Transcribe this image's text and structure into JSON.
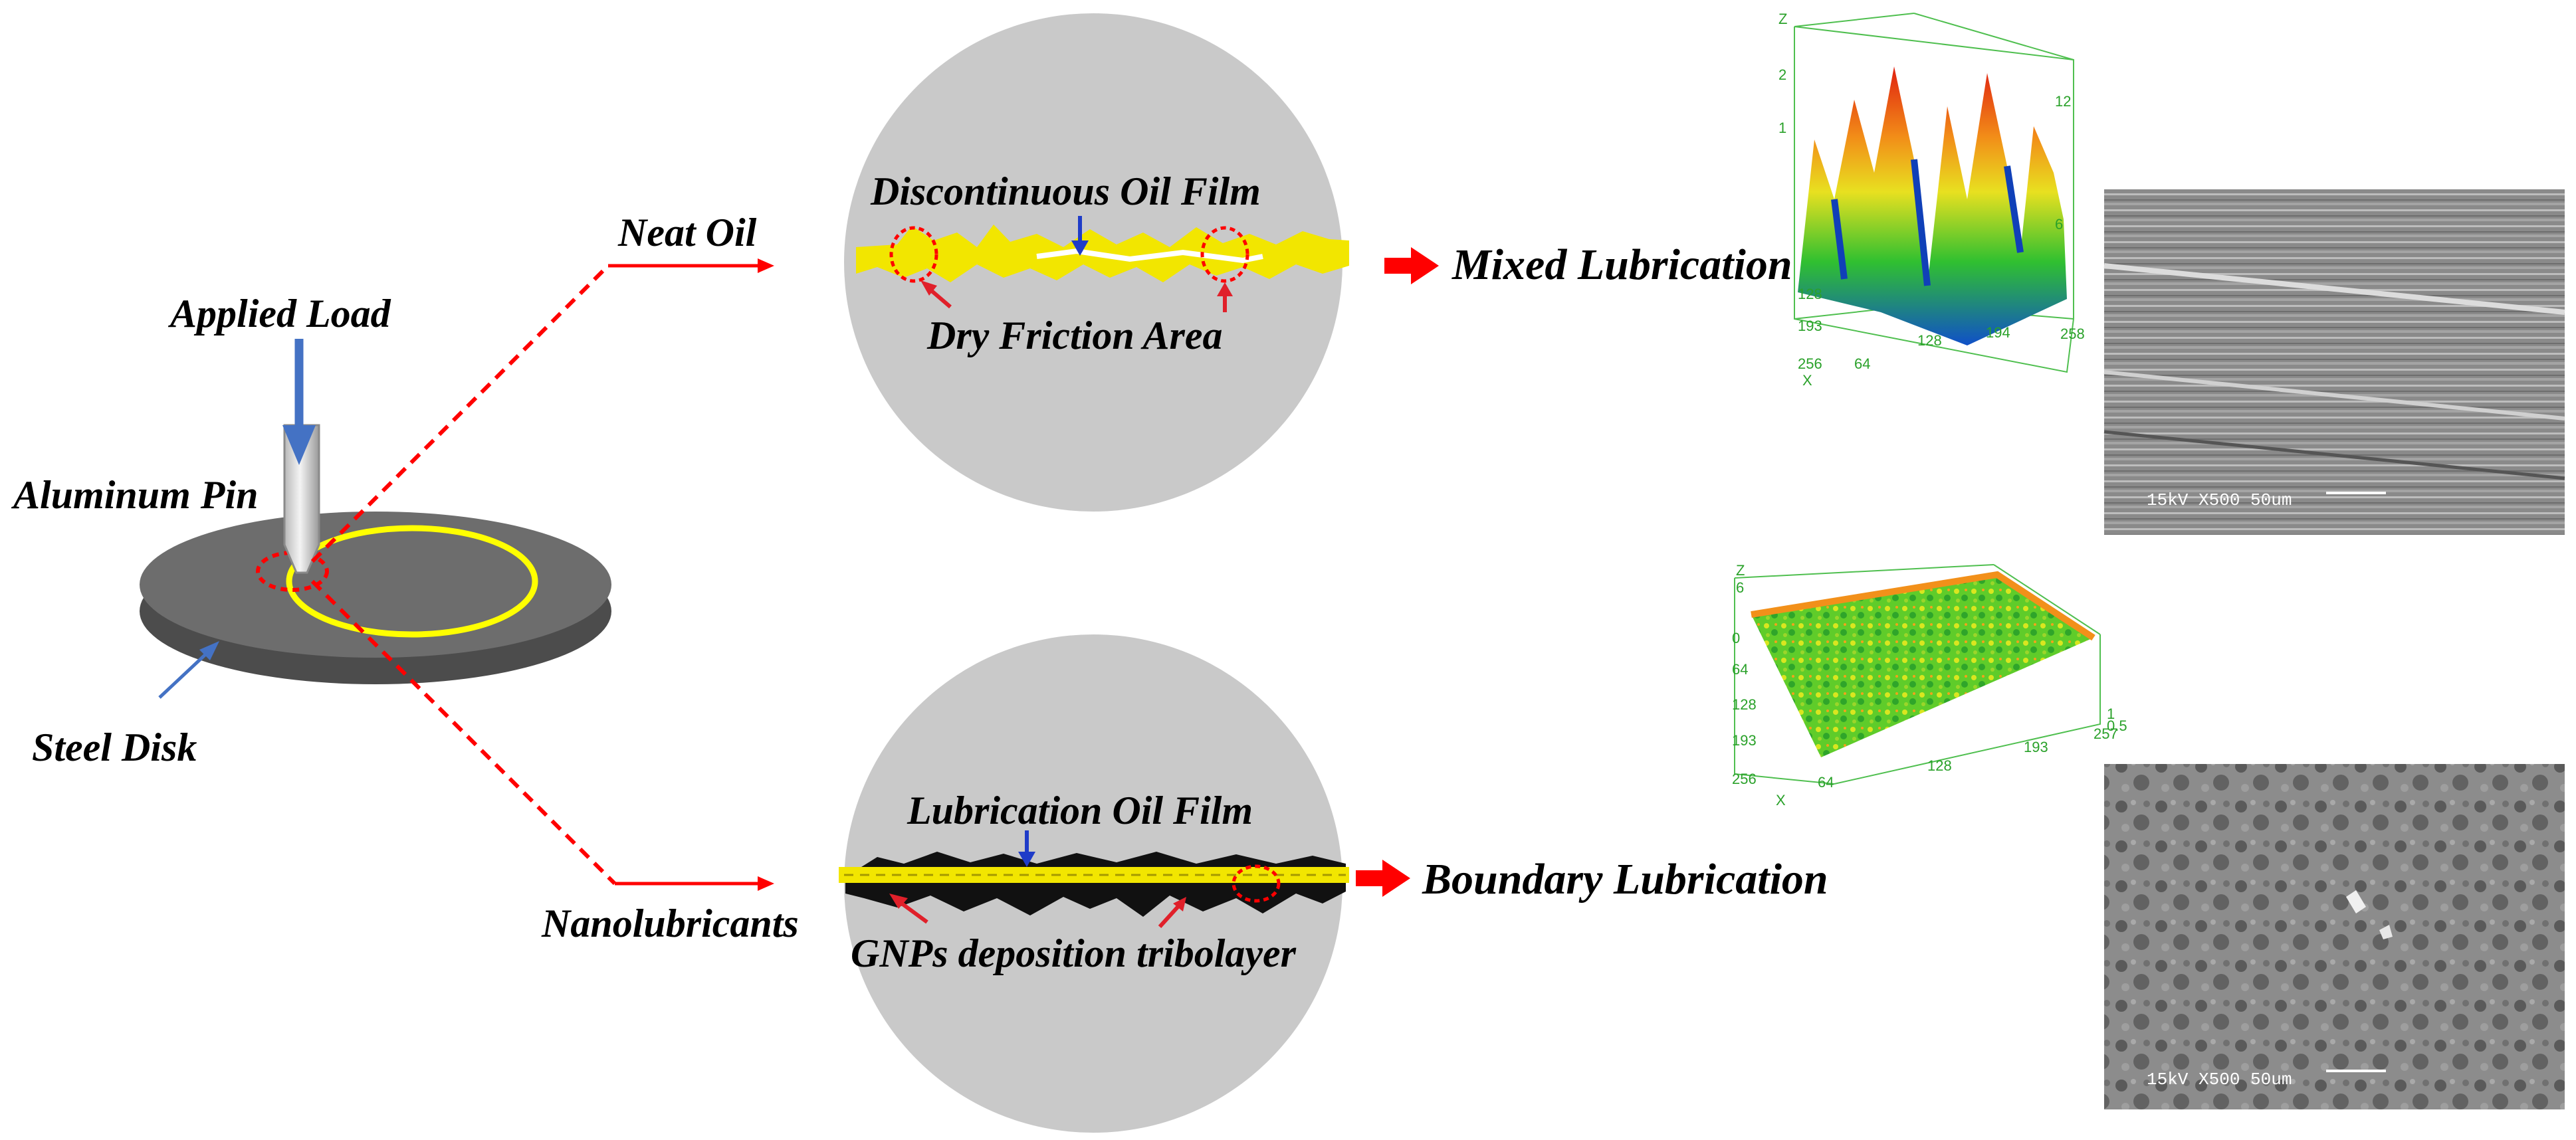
{
  "labels": {
    "applied_load": "Applied Load",
    "aluminum_pin": "Aluminum Pin",
    "steel_disk": "Steel Disk",
    "neat_oil": "Neat Oil",
    "nanolubricants": "Nanolubricants",
    "discontinuous_oil_film": "Discontinuous Oil Film",
    "dry_friction_area": "Dry Friction Area",
    "lubrication_oil_film": "Lubrication Oil Film",
    "gnps_tribolayer": "GNPs deposition tribolayer",
    "mixed_lubrication": "Mixed Lubrication",
    "boundary_lubrication": "Boundary Lubrication"
  },
  "surface_plot_top": {
    "z_axis": "Z",
    "x_axis": "X",
    "z_ticks": [
      "2",
      "1"
    ],
    "right_ticks": [
      "12",
      "6"
    ],
    "y_ticks": [
      "128",
      "193",
      "256"
    ],
    "x_ticks": [
      "64",
      "128",
      "194",
      "258"
    ]
  },
  "surface_plot_bottom": {
    "z_axis": "Z",
    "x_axis": "X",
    "z_ticks": [
      "6",
      "0"
    ],
    "left_ticks": [
      "64",
      "128",
      "193",
      "256"
    ],
    "x_ticks": [
      "64",
      "128",
      "193",
      "257"
    ],
    "right_ticks": [
      "1",
      "0.5"
    ]
  },
  "sem_top": {
    "info": "15kV   X500   50um"
  },
  "sem_bottom": {
    "info": "15kV   X500   50um"
  },
  "colors": {
    "arrow_red": "#ff0000",
    "load_arrow": "#4472c4",
    "wear_track": "#ffff00",
    "oil_film": "#f2e600",
    "disk": "#5f5f5f",
    "circle_bg": "#c9c9c9"
  }
}
